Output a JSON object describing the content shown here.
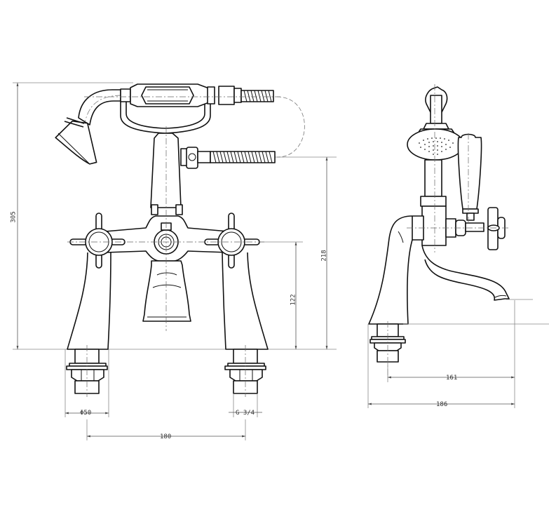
{
  "drawing": {
    "title": "Bath shower mixer technical drawing",
    "views": [
      "front-view",
      "side-view"
    ],
    "units": "mm",
    "colors": {
      "line": "#111111",
      "dimension": "#555555",
      "background": "#ffffff"
    }
  },
  "dimensions": {
    "overall_height": "305",
    "hose_outlet_height": "218",
    "handle_height": "122",
    "base_diameter": "Φ50",
    "thread": "G 3/4",
    "centers": "180",
    "spout_reach": "161",
    "overall_depth": "186"
  }
}
